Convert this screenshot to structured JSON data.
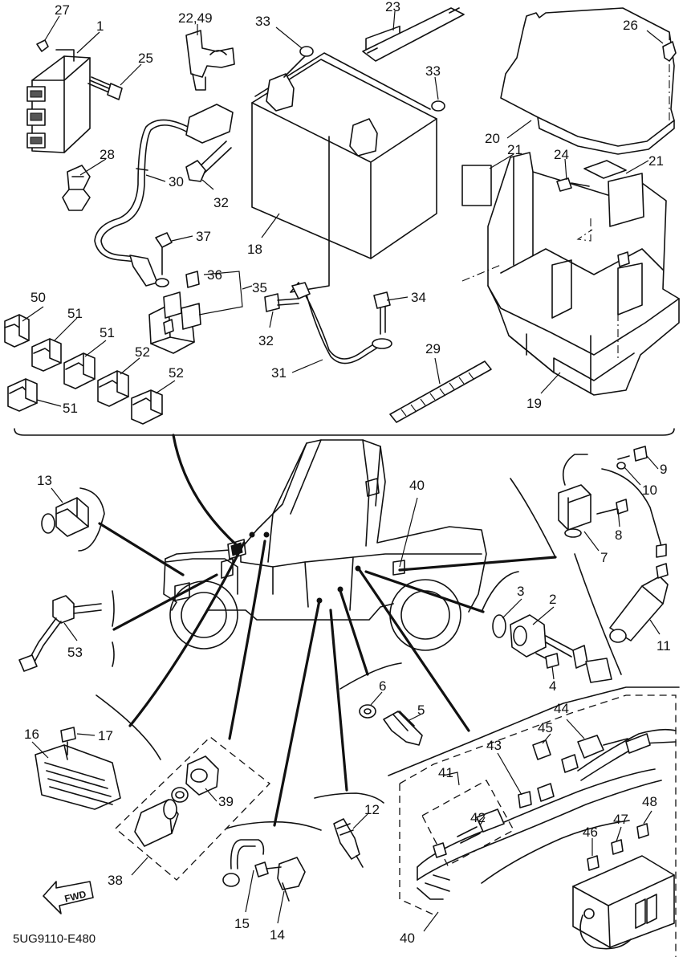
{
  "diagram_code": "5UG9110-E480",
  "direction_label": "FWD",
  "callouts": [
    {
      "id": "c27",
      "text": "27"
    },
    {
      "id": "c1",
      "text": "1"
    },
    {
      "id": "c25",
      "text": "25"
    },
    {
      "id": "c22-49",
      "text": "22,49"
    },
    {
      "id": "c33a",
      "text": "33"
    },
    {
      "id": "c23",
      "text": "23"
    },
    {
      "id": "c26",
      "text": "26"
    },
    {
      "id": "c33b",
      "text": "33"
    },
    {
      "id": "c28",
      "text": "28"
    },
    {
      "id": "c30",
      "text": "30"
    },
    {
      "id": "c32a",
      "text": "32"
    },
    {
      "id": "c20",
      "text": "20"
    },
    {
      "id": "c21a",
      "text": "21"
    },
    {
      "id": "c24",
      "text": "24"
    },
    {
      "id": "c21b",
      "text": "21"
    },
    {
      "id": "c18",
      "text": "18"
    },
    {
      "id": "c37",
      "text": "37"
    },
    {
      "id": "c36",
      "text": "36"
    },
    {
      "id": "c35",
      "text": "35"
    },
    {
      "id": "c50",
      "text": "50"
    },
    {
      "id": "c51a",
      "text": "51"
    },
    {
      "id": "c51b",
      "text": "51"
    },
    {
      "id": "c52a",
      "text": "52"
    },
    {
      "id": "c52b",
      "text": "52"
    },
    {
      "id": "c51c",
      "text": "51"
    },
    {
      "id": "c32b",
      "text": "32"
    },
    {
      "id": "c34",
      "text": "34"
    },
    {
      "id": "c29",
      "text": "29"
    },
    {
      "id": "c31",
      "text": "31"
    },
    {
      "id": "c19",
      "text": "19"
    },
    {
      "id": "c13",
      "text": "13"
    },
    {
      "id": "c40a",
      "text": "40"
    },
    {
      "id": "c9",
      "text": "9"
    },
    {
      "id": "c10",
      "text": "10"
    },
    {
      "id": "c8",
      "text": "8"
    },
    {
      "id": "c7",
      "text": "7"
    },
    {
      "id": "c3",
      "text": "3"
    },
    {
      "id": "c2",
      "text": "2"
    },
    {
      "id": "c53",
      "text": "53"
    },
    {
      "id": "c11",
      "text": "11"
    },
    {
      "id": "c4",
      "text": "4"
    },
    {
      "id": "c6",
      "text": "6"
    },
    {
      "id": "c5",
      "text": "5"
    },
    {
      "id": "c44",
      "text": "44"
    },
    {
      "id": "c45",
      "text": "45"
    },
    {
      "id": "c43",
      "text": "43"
    },
    {
      "id": "c41",
      "text": "41"
    },
    {
      "id": "c42",
      "text": "42"
    },
    {
      "id": "c16",
      "text": "16"
    },
    {
      "id": "c17",
      "text": "17"
    },
    {
      "id": "c39",
      "text": "39"
    },
    {
      "id": "c12",
      "text": "12"
    },
    {
      "id": "c48",
      "text": "48"
    },
    {
      "id": "c47",
      "text": "47"
    },
    {
      "id": "c46",
      "text": "46"
    },
    {
      "id": "c38",
      "text": "38"
    },
    {
      "id": "c15",
      "text": "15"
    },
    {
      "id": "c14",
      "text": "14"
    },
    {
      "id": "c40b",
      "text": "40"
    }
  ]
}
